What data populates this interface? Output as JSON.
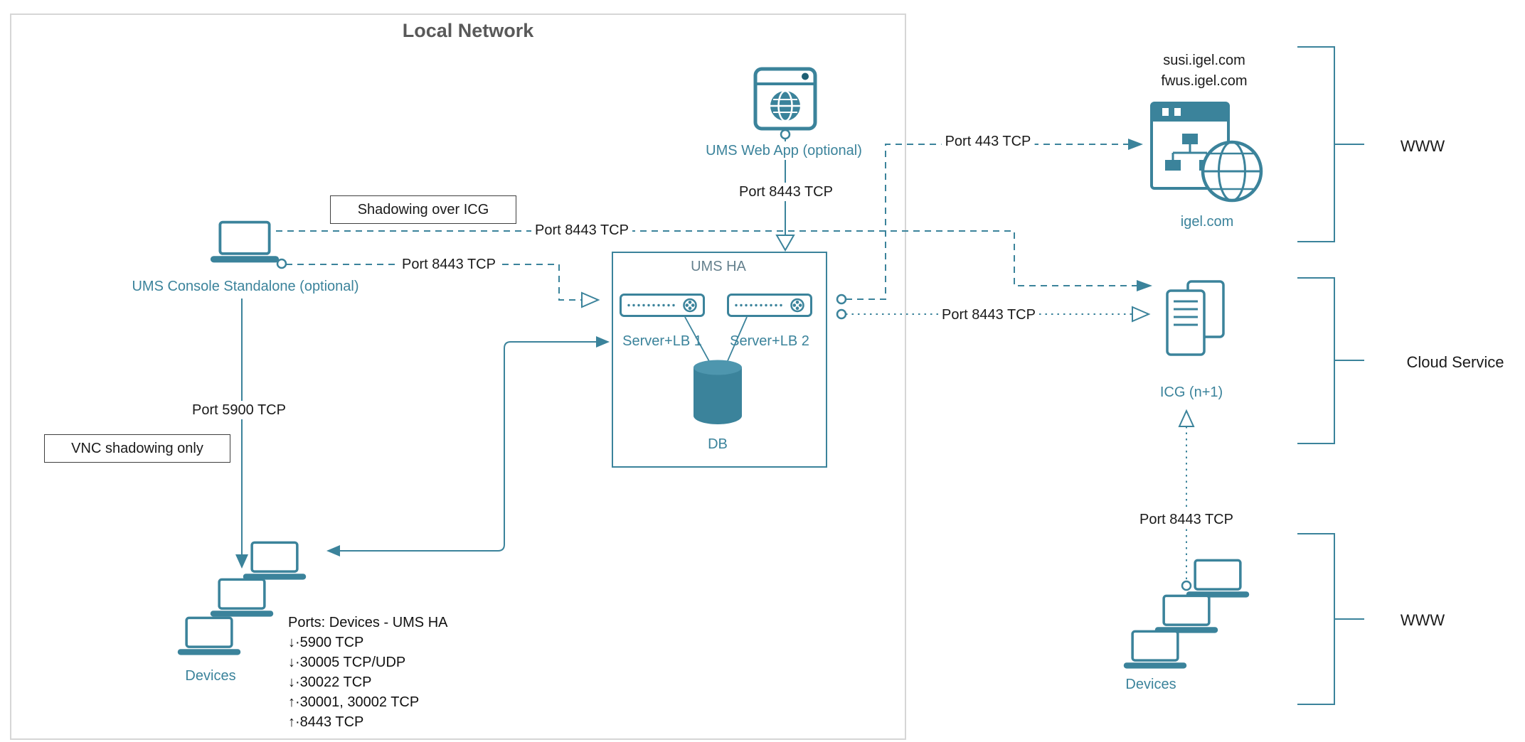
{
  "colors": {
    "teal": "#3B839B",
    "region_title_gray": "#595959"
  },
  "regions": {
    "local_network": "Local Network",
    "brackets": [
      {
        "label": "WWW"
      },
      {
        "label": "Cloud Service"
      },
      {
        "label": "WWW"
      }
    ]
  },
  "nodes": {
    "ums_web_app": "UMS Web App (optional)",
    "ums_console": "UMS Console Standalone (optional)",
    "ums_ha_title": "UMS HA",
    "server_lb_1": "Server+LB 1",
    "server_lb_2": "Server+LB 2",
    "db": "DB",
    "devices_left": "Devices",
    "devices_right": "Devices",
    "igel_domain_line1": "susi.igel.com",
    "igel_domain_line2": "fwus.igel.com",
    "igel_com": "igel.com",
    "icg": "ICG (n+1)"
  },
  "callouts": {
    "shadowing_over_icg": "Shadowing over ICG",
    "vnc_shadowing_only": "VNC shadowing only"
  },
  "edge_labels": {
    "webapp_to_umsha": "Port 8443 TCP",
    "console_to_icg": "Port 8443 TCP",
    "console_to_umsha": "Port 8443 TCP",
    "umsha_to_igelcom": "Port 443 TCP",
    "umsha_to_icg": "Port 8443 TCP",
    "console_to_devices": "Port 5900 TCP",
    "devices_to_icg": "Port 8443 TCP"
  },
  "ports_list": {
    "title": "Ports: Devices - UMS HA",
    "items": [
      "↓·5900 TCP",
      "↓·30005 TCP/UDP",
      "↓·30022 TCP",
      "↑·30001, 30002 TCP",
      "↑·8443 TCP"
    ]
  }
}
